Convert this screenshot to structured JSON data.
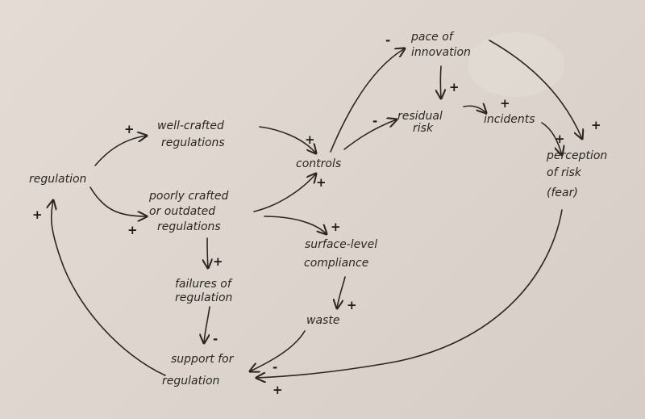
{
  "nodes": {
    "regulation": "regulation",
    "well_crafted": [
      "well-crafted",
      "regulations"
    ],
    "poorly_crafted": [
      "poorly crafted",
      "or outdated",
      "regulations"
    ],
    "controls": "controls",
    "pace_of_innovation": [
      "pace of",
      "innovation"
    ],
    "residual_risk": [
      "residual",
      "risk"
    ],
    "incidents": "incidents",
    "perception_of_risk": [
      "perception",
      "of risk",
      "(fear)"
    ],
    "surface_level_compliance": [
      "surface-level",
      "compliance"
    ],
    "failures_of_regulation": [
      "failures of",
      "regulation"
    ],
    "waste": "waste",
    "support_for_regulation": [
      "support for",
      "regulation"
    ]
  },
  "signs": {
    "regulation_to_well_crafted": "+",
    "regulation_to_poorly_crafted": "+",
    "controls_to_pace": "-",
    "controls_to_residual": "-",
    "well_crafted_to_controls": "+",
    "poorly_crafted_to_controls": "+",
    "pace_to_residual": "+",
    "residual_to_incidents": "+",
    "pace_to_perception": "+",
    "incidents_to_perception": "+",
    "poorly_crafted_to_compliance": "+",
    "poorly_crafted_to_failures": "+",
    "compliance_to_waste": "+",
    "failures_to_support": "-",
    "waste_to_support": "-",
    "perception_to_support": "+",
    "support_to_regulation": "+"
  },
  "colors": {
    "ink": "#2a2624",
    "paper": "#e0d8d0"
  }
}
